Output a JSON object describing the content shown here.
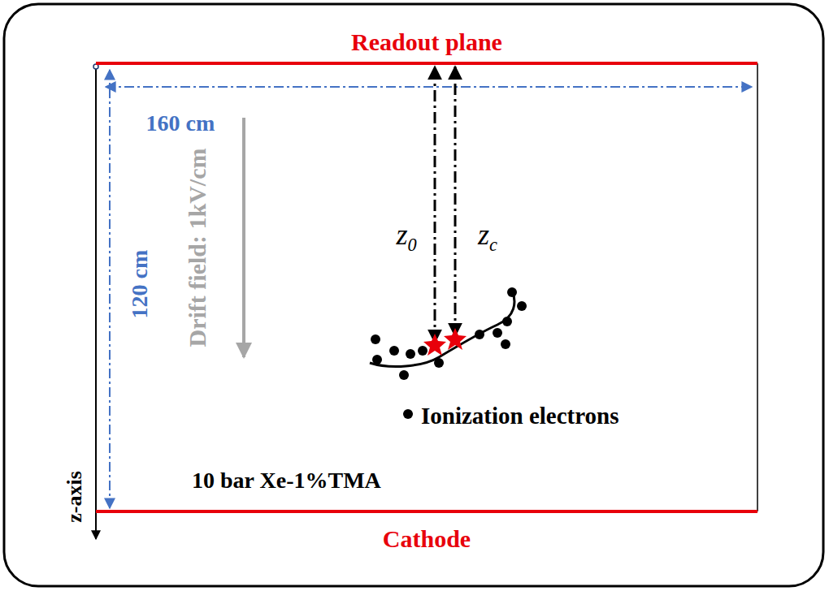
{
  "diagram": {
    "labels": [
      "Readout plane",
      "160 cm",
      "Drift field: 1kV/cm",
      "120 cm",
      "z0",
      "zc",
      "Ionization electrons",
      "z-axis",
      "10 bar Xe-1%TMA",
      "Cathode"
    ]
  }
}
